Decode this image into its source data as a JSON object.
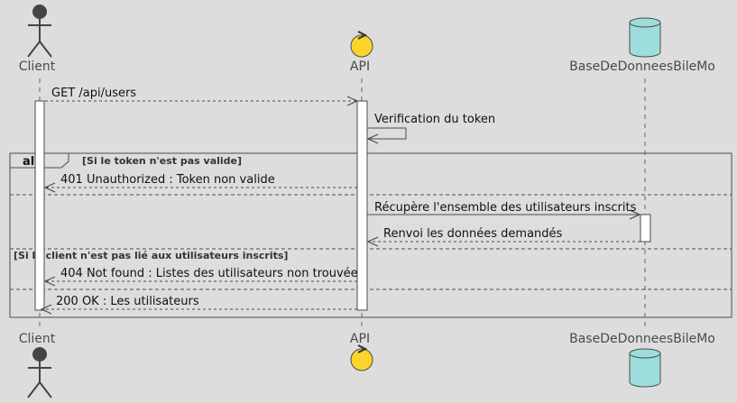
{
  "diagram": {
    "participants": [
      {
        "id": "client",
        "name": "Client",
        "kind": "actor"
      },
      {
        "id": "api",
        "name": "API",
        "kind": "control"
      },
      {
        "id": "db",
        "name": "BaseDeDonneesBileMo",
        "kind": "database"
      }
    ],
    "messages": [
      {
        "from": "client",
        "to": "api",
        "label": "GET /api/users",
        "style": "dashed"
      },
      {
        "from": "api",
        "to": "api",
        "label": "Verification du token",
        "style": "solid"
      },
      {
        "from": "api",
        "to": "client",
        "label": "401 Unauthorized : Token non valide",
        "style": "dashed"
      },
      {
        "from": "api",
        "to": "db",
        "label": "Récupère l'ensemble des utilisateurs inscrits",
        "style": "solid"
      },
      {
        "from": "db",
        "to": "api",
        "label": "Renvoi les données demandés",
        "style": "dashed"
      },
      {
        "from": "api",
        "to": "client",
        "label": "404 Not found : Listes des utilisateurs non trouvée",
        "style": "dashed"
      },
      {
        "from": "api",
        "to": "client",
        "label": "200 OK : Les utilisateurs",
        "style": "dashed"
      }
    ],
    "alt_fragment": {
      "keyword": "alt",
      "guard_1": "[Si le token n'est pas valide]",
      "guard_3": "[Si le client n'est pas lié aux utilisateurs inscrits]"
    },
    "colors": {
      "background": "#dddddd",
      "actor": "#454545",
      "control": "#fbd52b",
      "database": "#9ddddb",
      "activation": "#ffffff",
      "stroke": "#4a4a4a"
    }
  }
}
